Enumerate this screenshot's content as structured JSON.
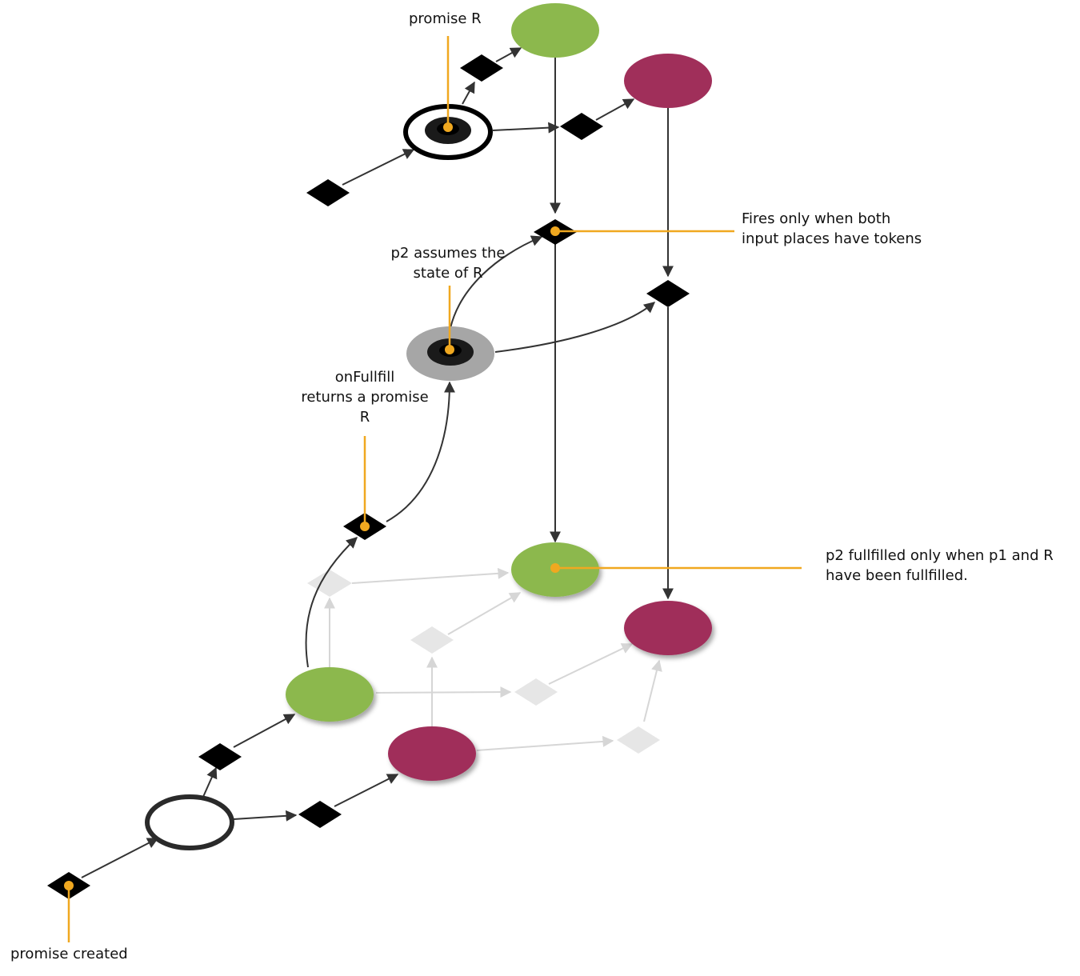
{
  "colors": {
    "fulfilled": "#8cb84d",
    "rejected": "#a02f5a",
    "token": "#000000",
    "transition": "#000000",
    "ghost": "#e6e6e6",
    "ghost_line": "#d6d6d6",
    "callout": "#f0a820",
    "edge": "#333333",
    "pending_ring": "#2a2a2a",
    "adopted_ring": "#a6a6a6"
  },
  "labels": {
    "promise_r": "promise R",
    "fires_only": [
      "Fires only when both",
      "input places have tokens"
    ],
    "p2_assumes": [
      "p2 assumes the",
      "state of R"
    ],
    "onfullfill": [
      "onFullfill",
      "returns a promise",
      "R"
    ],
    "p2_fullfilled": [
      "p2 fullfilled only when p1 and R",
      "have been fullfilled."
    ],
    "promise_created": "promise created"
  }
}
